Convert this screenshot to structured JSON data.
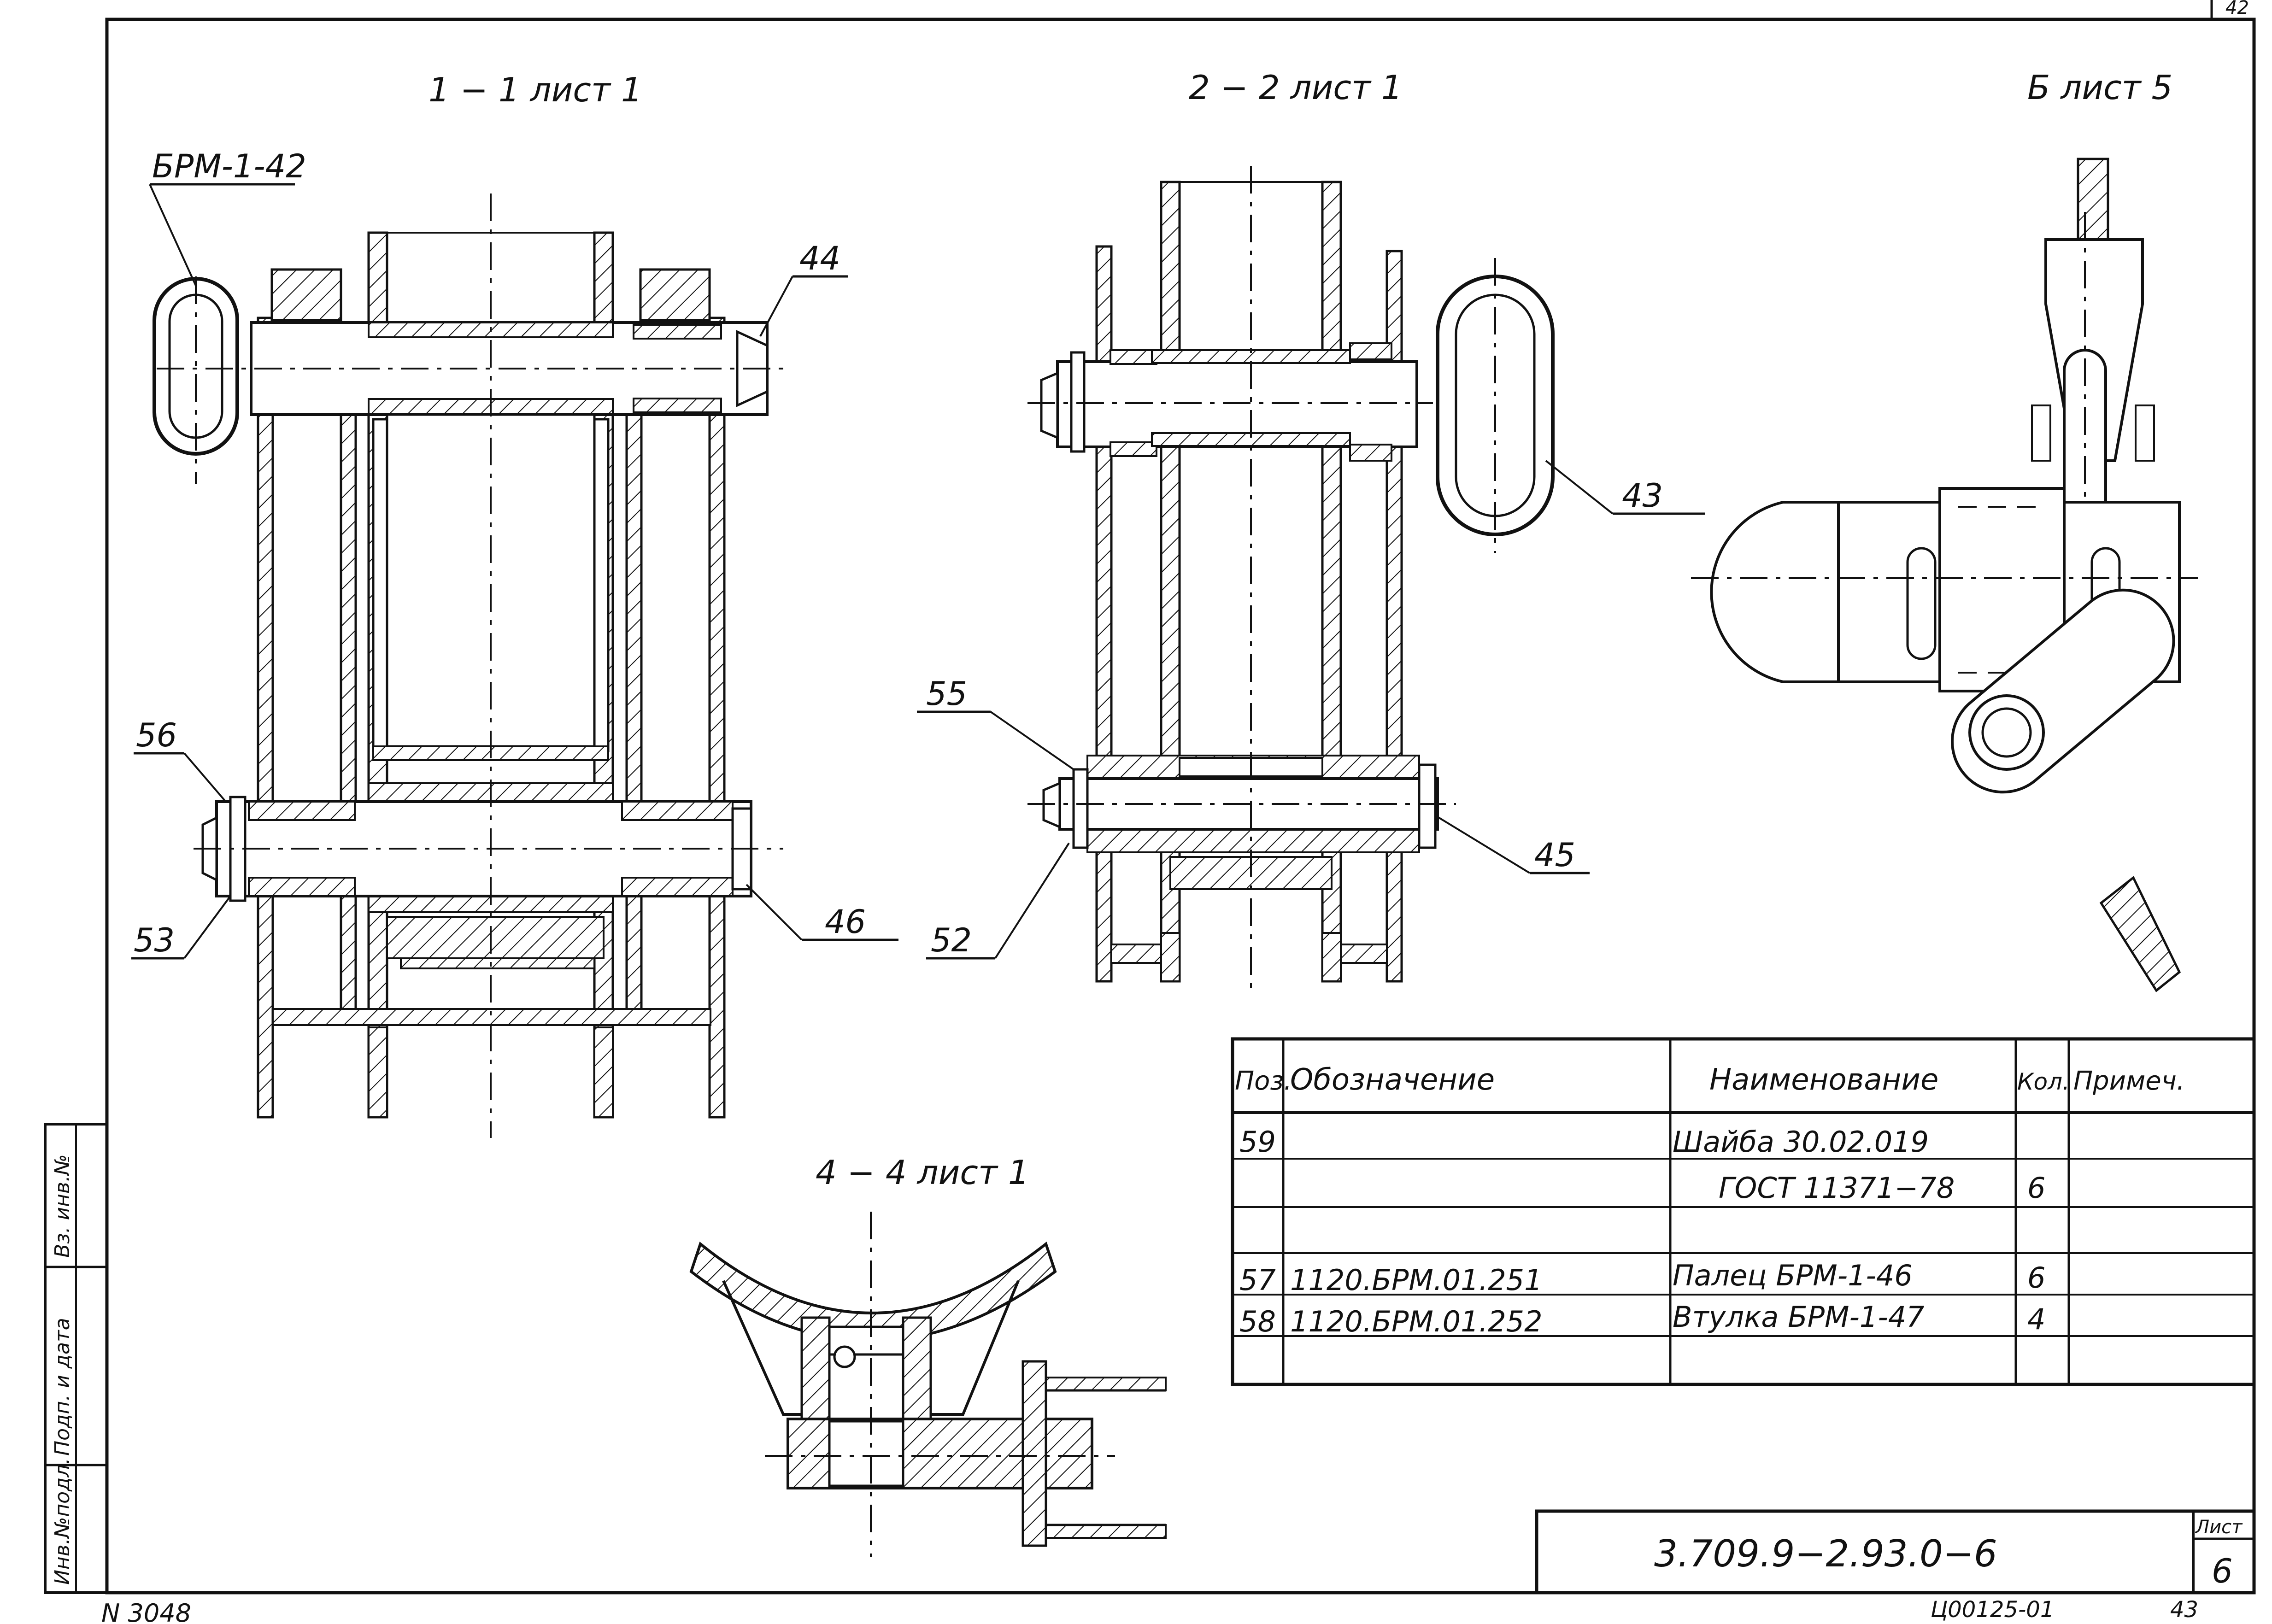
{
  "sheet_number_top": "42",
  "views": {
    "section_1_1": "1 − 1 лист 1",
    "section_2_2": "2 − 2 лист 1",
    "view_b": "Б лист 5",
    "section_4_4": "4 − 4 лист 1"
  },
  "callouts": {
    "brm_1_42": "БРМ-1-42",
    "p44": "44",
    "p43": "43",
    "p56": "56",
    "p53": "53",
    "p46": "46",
    "p55": "55",
    "p52": "52",
    "p45": "45"
  },
  "table": {
    "headers": [
      "Поз.",
      "Обозначение",
      "Наименование",
      "Кол.",
      "Примеч."
    ],
    "rows": [
      {
        "pos": "59",
        "designation": "",
        "name": "Шайба 30.02.019",
        "qty": "",
        "note": ""
      },
      {
        "pos": "",
        "designation": "",
        "name": "ГОСТ 11371−78",
        "qty": "6",
        "note": ""
      },
      {
        "pos": "",
        "designation": "",
        "name": "",
        "qty": "",
        "note": ""
      },
      {
        "pos": "57",
        "designation": "1120.БРМ.01.251",
        "name": "Палец БРМ-1-46",
        "qty": "6",
        "note": ""
      },
      {
        "pos": "58",
        "designation": "1120.БРМ.01.252",
        "name": "Втулка БРМ-1-47",
        "qty": "4",
        "note": ""
      }
    ]
  },
  "title_block": {
    "doc_code": "3.709.9−2.93.0−6",
    "sheet_label": "Лист",
    "sheet_value": "6"
  },
  "side_stamp": {
    "inv_no": "Инв.№подл.",
    "sign_date": "Подп. и дата",
    "replace_inv": "Вз. инв.№"
  },
  "footer": {
    "left_note": "N 3048",
    "center_code": "Ц00125-01",
    "page": "43"
  },
  "colors": {
    "ink": "#111111",
    "paper": "#ffffff"
  }
}
